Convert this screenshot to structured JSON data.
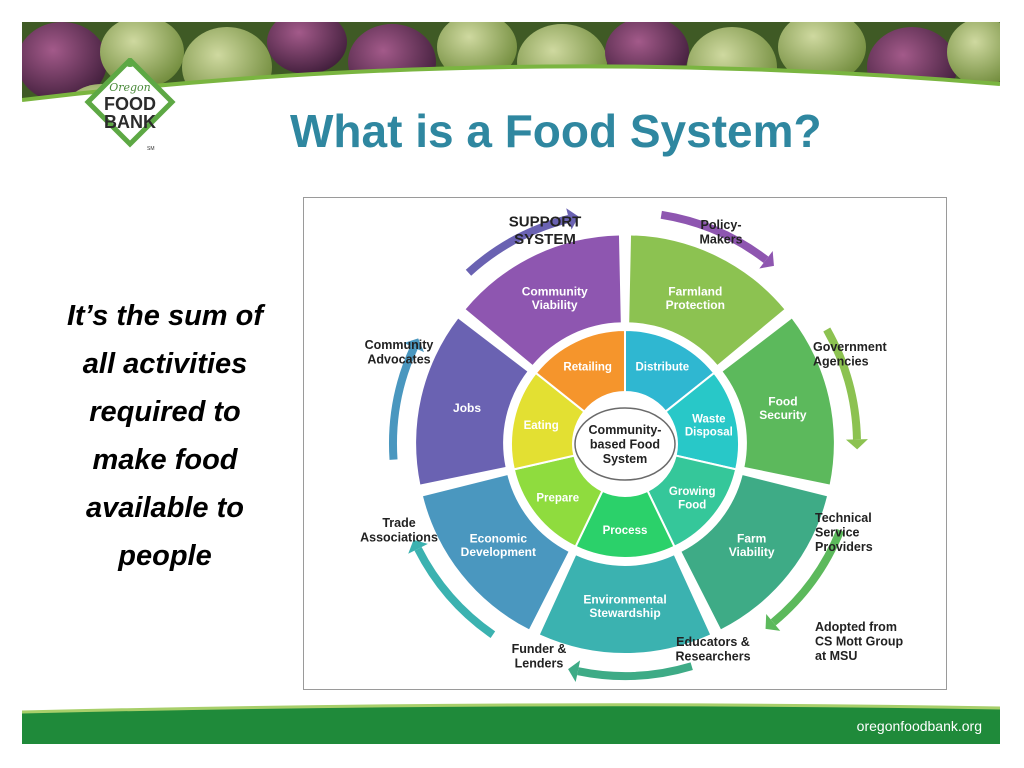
{
  "logo": {
    "line1": "Oregon",
    "line2": "FOOD",
    "line3": "BANK",
    "mark": "SM"
  },
  "slide": {
    "title": "What is a Food System?",
    "lines": [
      "It’s the sum of",
      "all activities",
      "required to",
      "make food",
      "available to",
      "people"
    ]
  },
  "diagram": {
    "center": [
      "Community-",
      "based Food",
      "System"
    ],
    "inner": [
      {
        "label": "Distribute",
        "color": "#2fb7d1"
      },
      {
        "label": "Waste|Disposal",
        "color": "#28c8c8"
      },
      {
        "label": "Growing|Food",
        "color": "#35c79a"
      },
      {
        "label": "Process",
        "color": "#2bd16a"
      },
      {
        "label": "Prepare",
        "color": "#8fdc3e"
      },
      {
        "label": "Eating",
        "color": "#e3e032"
      },
      {
        "label": "Retailing",
        "color": "#f5952c"
      }
    ],
    "outer": [
      {
        "label": "Farmland|Protection",
        "color": "#8cc251"
      },
      {
        "label": "Food|Security",
        "color": "#5cb95c"
      },
      {
        "label": "Farm|Viability",
        "color": "#3eab86"
      },
      {
        "label": "Environmental|Stewardship",
        "color": "#3bb2b0"
      },
      {
        "label": "Economic|Development",
        "color": "#4a97bf"
      },
      {
        "label": "Jobs",
        "color": "#6a62b2"
      },
      {
        "label": "Community|Viability",
        "color": "#8e56b0"
      }
    ],
    "support_title": [
      "SUPPORT",
      "SYSTEM"
    ],
    "actors": [
      "Policy-|Makers",
      "Government|Agencies",
      "Technical|Service|Providers",
      "Educators &|Researchers",
      "Funder &|Lenders",
      "Trade|Associations",
      "Community|Advocates"
    ],
    "credit": [
      "Adopted from",
      "CS Mott Group",
      "at MSU"
    ],
    "arrow_colors": [
      "#8e56b0",
      "#8cc251",
      "#5cb95c",
      "#3eab86",
      "#3bb2b0",
      "#4a97bf",
      "#6a62b2"
    ]
  },
  "footer": {
    "url": "oregonfoodbank.org"
  }
}
